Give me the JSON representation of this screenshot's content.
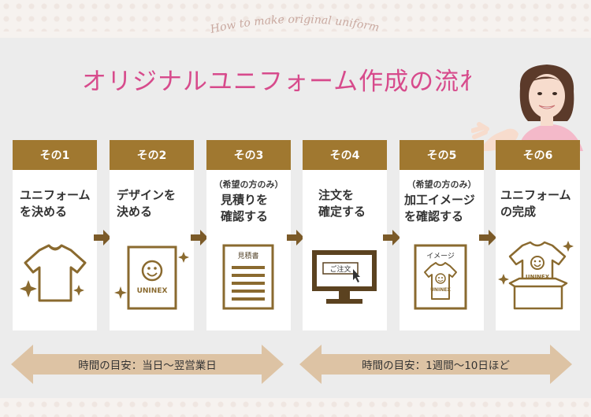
{
  "header": {
    "script_title": "How to make original uniform",
    "title": "オリジナルユニフォーム作成の流れ"
  },
  "steps": [
    {
      "label": "その1",
      "sub": "",
      "text": "ユニフォーム\nを決める",
      "icon": "tshirt-icon"
    },
    {
      "label": "その2",
      "sub": "",
      "text": "デザインを\n決める",
      "icon": "design-sheet-icon",
      "logo": "UNINEX"
    },
    {
      "label": "その3",
      "sub": "（希望の方のみ）",
      "text": "見積りを\n確認する",
      "icon": "estimate-document-icon",
      "doc_title": "見積書"
    },
    {
      "label": "その4",
      "sub": "",
      "text": "注文を\n確定する",
      "icon": "order-monitor-icon",
      "button": "ご注文"
    },
    {
      "label": "その5",
      "sub": "（希望の方のみ）",
      "text": "加工イメージ\nを確認する",
      "icon": "image-preview-icon",
      "preview_title": "イメージ",
      "logo": "UNINEX"
    },
    {
      "label": "その6",
      "sub": "",
      "text": "ユニフォーム\nの完成",
      "icon": "finished-uniform-box-icon",
      "logo": "UNINEX"
    }
  ],
  "timebars": [
    {
      "label": "時間の目安：当日〜翌営業日"
    },
    {
      "label": "時間の目安：1週間〜10日ほど"
    }
  ],
  "colors": {
    "accent_brown": "#a07830",
    "title_pink": "#d74b8c",
    "timebar": "#ddc3a4",
    "background": "#ececec"
  }
}
